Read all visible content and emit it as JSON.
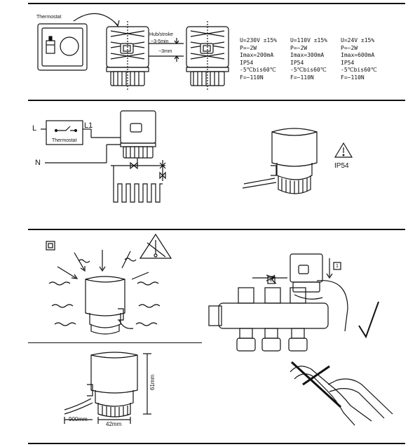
{
  "panel1": {
    "thermostat_label": "Thermostat",
    "stroke_label_line1": "Hub/stroke",
    "stroke_label_line2": "~3-5min",
    "stroke_distance": "~3mm",
    "specs": [
      {
        "voltage": "U=230V ±15%",
        "power": "P=~2W",
        "current": "Imax=200mA",
        "ip": "IP54",
        "temp": "-5℃bis60℃",
        "force": "F=~110N"
      },
      {
        "voltage": "U=110V ±15%",
        "power": "P=~2W",
        "current": "Imax=300mA",
        "ip": "IP54",
        "temp": "-5℃bis60℃",
        "force": "F=~110N"
      },
      {
        "voltage": "U=24V ±15%",
        "power": "P=~2W",
        "current": "Imax=600mA",
        "ip": "IP54",
        "temp": "-5℃bis60℃",
        "force": "F=~110N"
      }
    ]
  },
  "panel2": {
    "wire_L": "L",
    "wire_L1": "L1",
    "wire_N": "N",
    "thermostat_label": "Thermostat",
    "ip_rating": "IP54"
  },
  "panel3": {
    "step1": "1",
    "step2": "2"
  },
  "panel4": {
    "height_dim": "61mm",
    "width_dim": "42mm",
    "cable_dim": "900mm"
  },
  "icons": [
    "warning-icon",
    "checkmark-icon",
    "crossed-out-pliers-icon",
    "no-heat-warning-icon"
  ]
}
